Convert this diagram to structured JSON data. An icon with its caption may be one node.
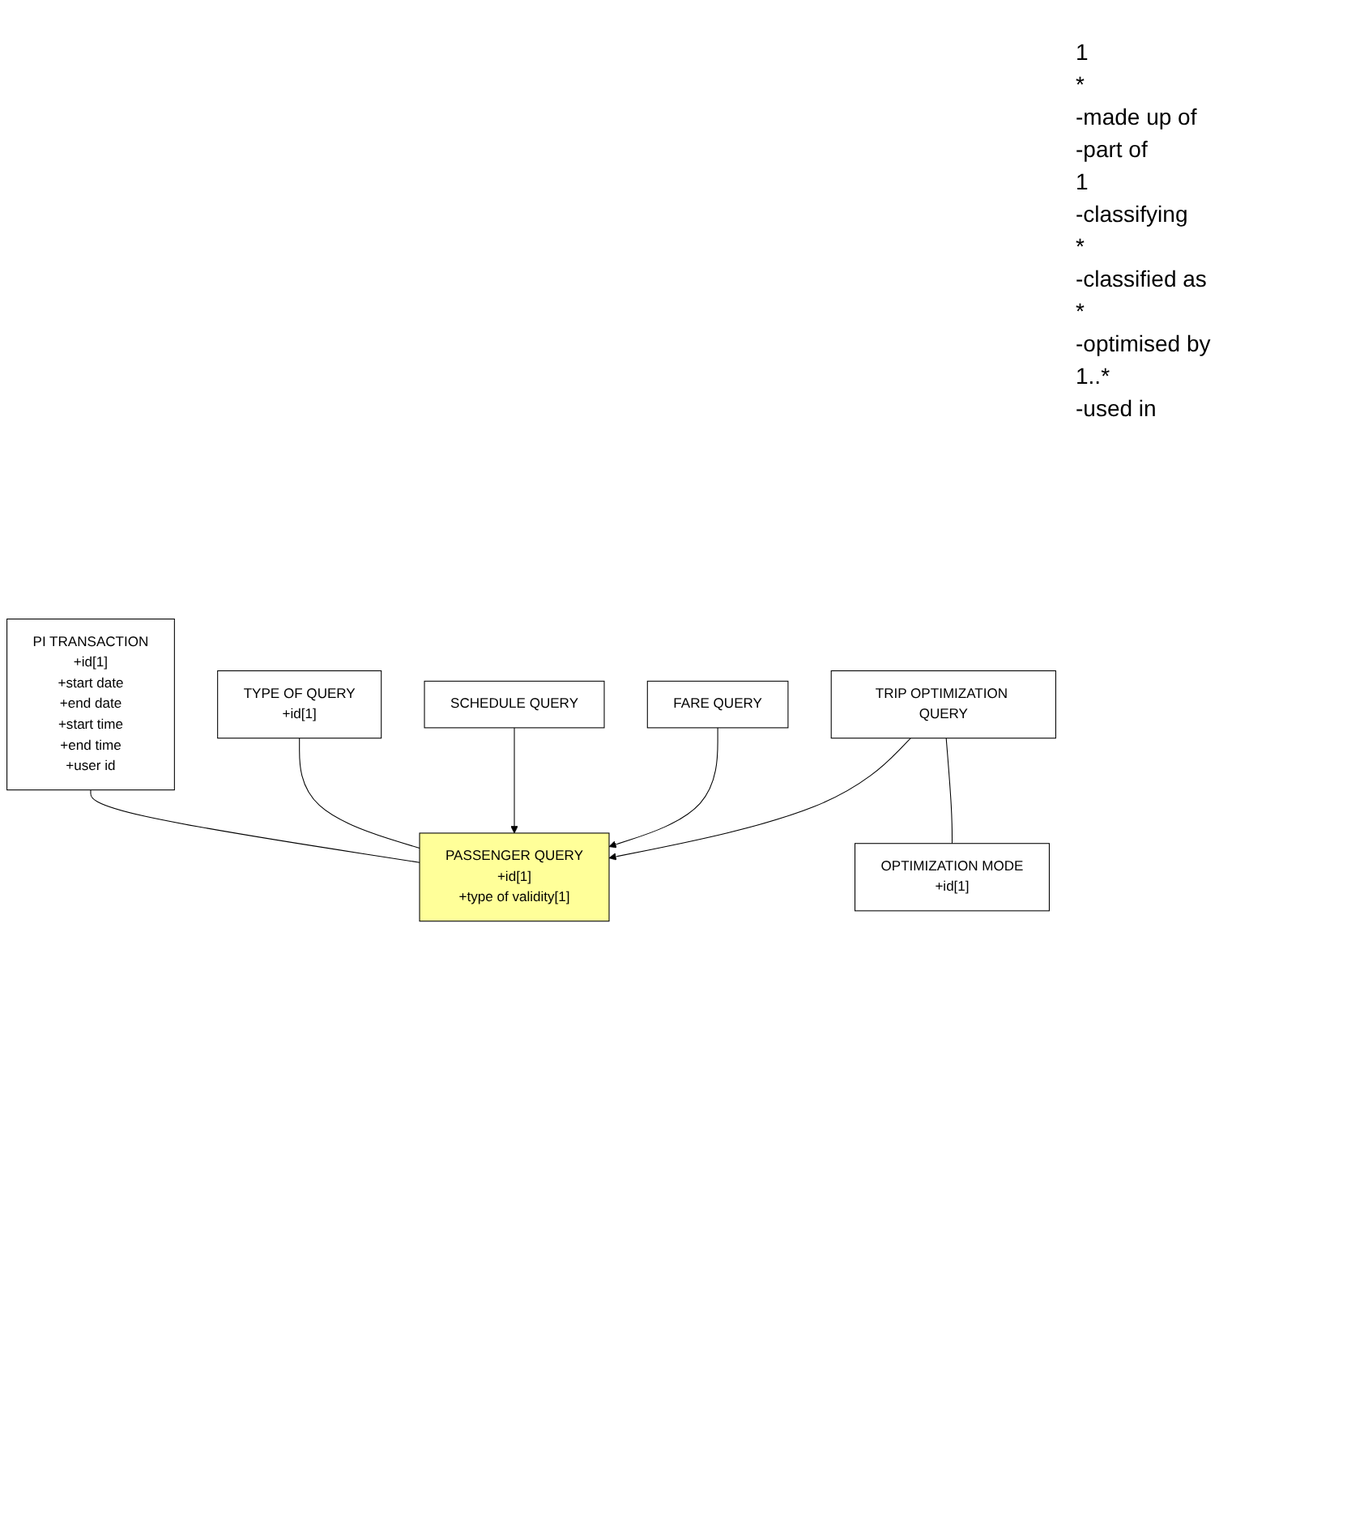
{
  "diagram": {
    "nodes": [
      {
        "text": [
          "PI TRANSACTION",
          "+id[1]",
          "+start date",
          "+end date",
          "+start time",
          "+end time",
          "+user id"
        ]
      },
      {
        "text": [
          "TYPE OF QUERY",
          "+id[1]"
        ]
      },
      {
        "text": [
          "PASSENGER QUERY",
          "+id[1]",
          "+type of validity[1]"
        ]
      },
      {
        "text": [
          "SCHEDULE QUERY"
        ]
      },
      {
        "text": [
          "FARE QUERY"
        ]
      },
      {
        "text": [
          "TRIP OPTIMIZATION QUERY"
        ]
      },
      {
        "text": [
          "OPTIMIZATION MODE",
          "+id[1]"
        ]
      }
    ],
    "edges": [
      {
        "from": 0,
        "to": 2,
        "arrow": "none"
      },
      {
        "from": 1,
        "to": 2,
        "arrow": "none"
      },
      {
        "from": 3,
        "to": 2,
        "arrow": "to"
      },
      {
        "from": 4,
        "to": 2,
        "arrow": "to"
      },
      {
        "from": 5,
        "to": 2,
        "arrow": "to"
      },
      {
        "from": 5,
        "to": 6,
        "arrow": "none"
      }
    ],
    "labels": [
      "1",
      "*",
      "-made up of",
      "-part of",
      "1",
      "-classifying",
      "*",
      "-classified as",
      "*",
      "-optimised by",
      "1..*",
      "-used in"
    ]
  }
}
